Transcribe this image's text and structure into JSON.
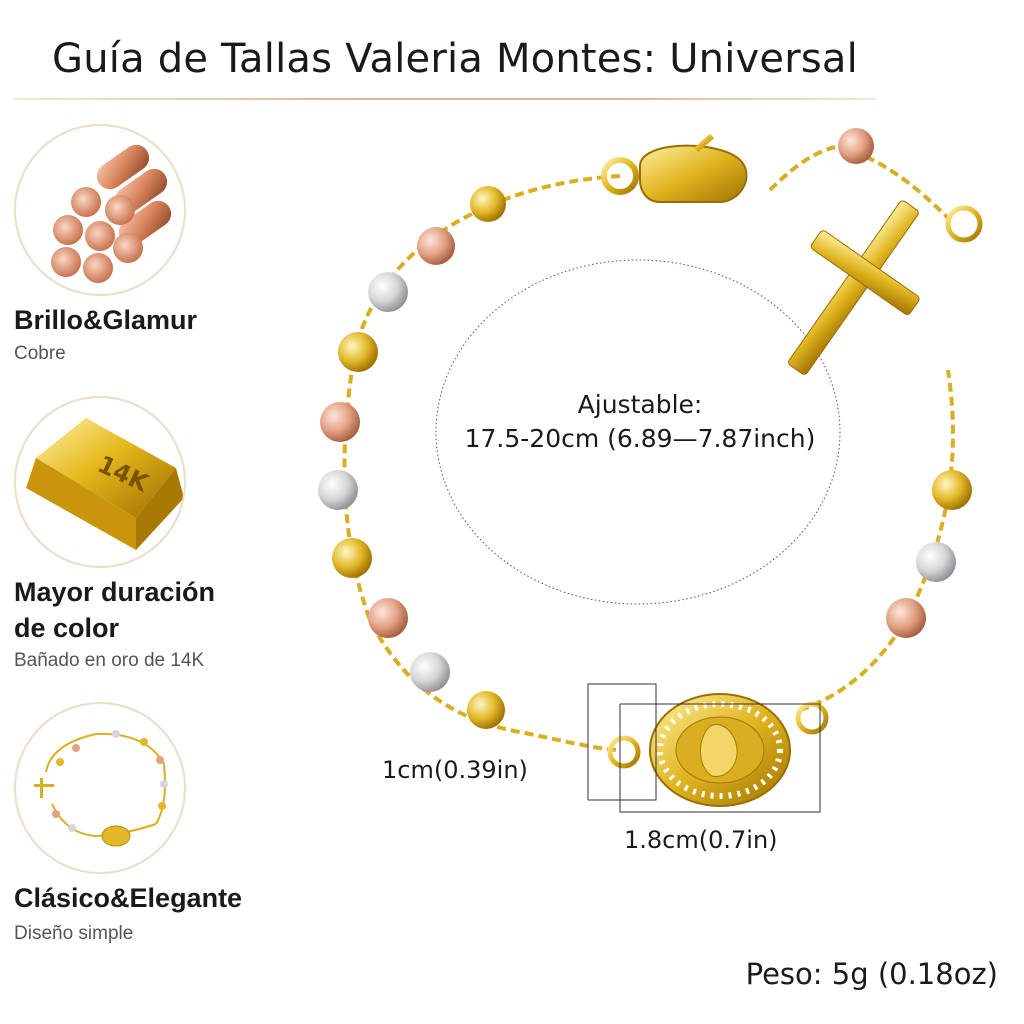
{
  "title": "Guía de Tallas Valeria Montes: Universal",
  "features": [
    {
      "title": "Brillo&Glamur",
      "subtitle": "Cobre",
      "icon": "copper-rods-icon"
    },
    {
      "title": "Mayor duración de color",
      "subtitle": "Bañado en oro de 14K",
      "badge": "14K",
      "icon": "gold-bar-icon"
    },
    {
      "title": "Clásico&Elegante",
      "subtitle": "Diseño simple",
      "icon": "bracelet-thumbnail-icon"
    }
  ],
  "product": {
    "adjustable_label": "Ajustable:",
    "adjustable_range": "17.5-20cm (6.89—7.87inch)",
    "medal_width": "1cm(0.39in)",
    "medal_length": "1.8cm(0.7in)",
    "weight": "Peso: 5g (0.18oz)"
  },
  "colors": {
    "gold": "#e2b828",
    "rose": "#e3a184",
    "silver": "#d6d6d8",
    "accent_rule": "#d9b893"
  }
}
